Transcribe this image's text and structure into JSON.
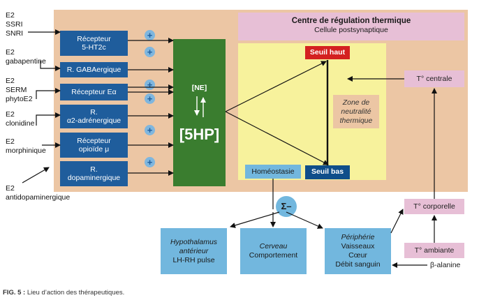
{
  "left_labels": [
    "E2\nSSRI\nSNRI",
    "E2\ngabapentine",
    "E2\nSERM\nphytoE2",
    "E2\nclonidine",
    "E2\nmorphinique",
    "E2\nantidopaminergique"
  ],
  "receptors": [
    "Récepteur\n5-HT2c",
    "R. GABAergique",
    "Récepteur Eα",
    "R.\nα2-adrénergique",
    "Récepteur\nopioïde μ",
    "R.\ndopaminergique"
  ],
  "plus_symbol": "+",
  "center_block": {
    "ne_label": "[NE]",
    "hp_label": "[5HP]"
  },
  "regulation": {
    "title": "Centre de régulation thermique",
    "subtitle": "Cellule postsynaptique",
    "seuil_haut": "Seuil haut",
    "seuil_bas": "Seuil bas",
    "zone_label": "Zone de\nneutralité\nthermique",
    "homeostasie": "Homéostasie"
  },
  "temperatures": {
    "centrale": "T° centrale",
    "corporelle": "T° corporelle",
    "ambiante": "T° ambiante",
    "beta_alanine": "β-alanine"
  },
  "sigma_label": "Σ–",
  "outputs": [
    {
      "title": "Hypothalamus antérieur",
      "lines": [
        "LH-RH pulse"
      ]
    },
    {
      "title": "Cerveau",
      "lines": [
        "Comportement"
      ]
    },
    {
      "title": "Périphérie",
      "lines": [
        "Vaisseaux",
        "Cœur",
        "Débit sanguin"
      ]
    }
  ],
  "caption": {
    "prefix": "FIG. 5 :",
    "text": " Lieu d’action des thérapeutiques."
  },
  "colors": {
    "background_panel": "#ecc6a4",
    "receptor_blue": "#1f5d9c",
    "green_block": "#3a7d2f",
    "yellow_zone": "#f7f29c",
    "pink_box": "#e7bfd6",
    "light_blue": "#72b7de",
    "seuil_haut_red": "#d42020"
  }
}
